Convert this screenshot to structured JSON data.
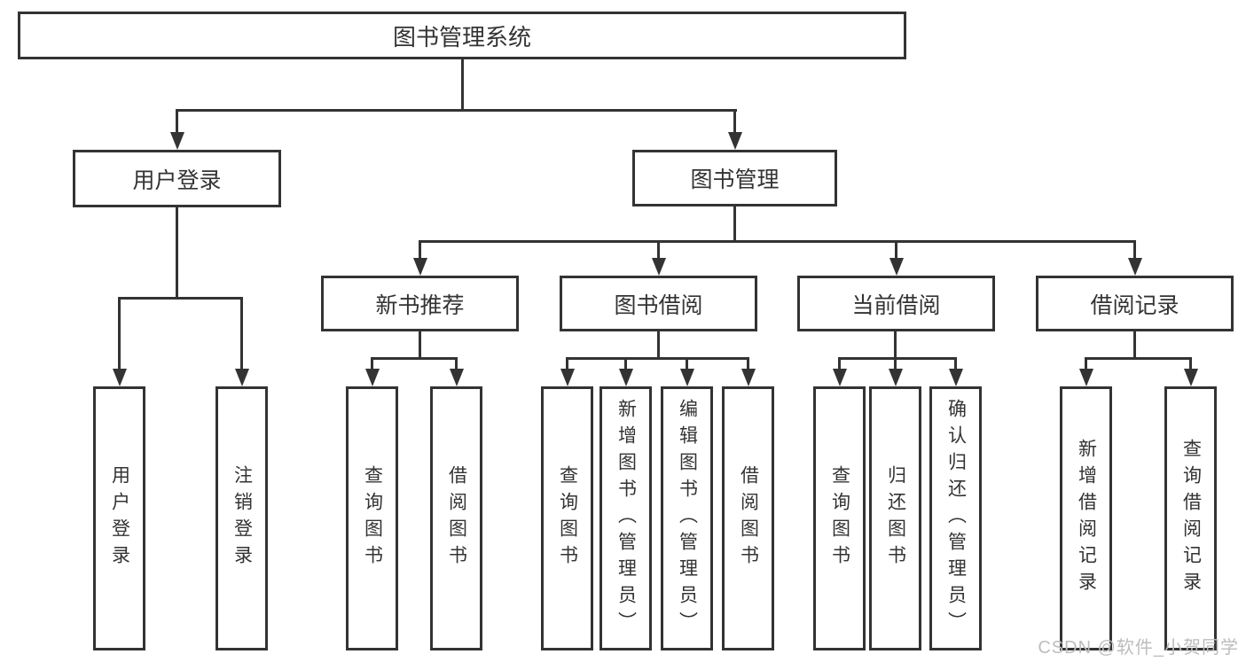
{
  "tree": {
    "root": {
      "label": "图书管理系统",
      "children": [
        {
          "label": "用户登录",
          "children": [
            {
              "label": "用户登录"
            },
            {
              "label": "注销登录"
            }
          ]
        },
        {
          "label": "图书管理",
          "children": [
            {
              "label": "新书推荐",
              "children": [
                {
                  "label": "查询图书"
                },
                {
                  "label": "借阅图书"
                }
              ]
            },
            {
              "label": "图书借阅",
              "children": [
                {
                  "label": "查询图书"
                },
                {
                  "label": "新增图书（管理员）"
                },
                {
                  "label": "编辑图书（管理员）"
                },
                {
                  "label": "借阅图书"
                }
              ]
            },
            {
              "label": "当前借阅",
              "children": [
                {
                  "label": "查询图书"
                },
                {
                  "label": "归还图书"
                },
                {
                  "label": "确认归还（管理员）"
                }
              ]
            },
            {
              "label": "借阅记录",
              "children": [
                {
                  "label": "新增借阅记录"
                },
                {
                  "label": "查询借阅记录"
                }
              ]
            }
          ]
        }
      ]
    }
  },
  "watermark": {
    "text": "CSDN @软件_小贺同学"
  },
  "colors": {
    "line": "#333333",
    "box_bg": "#ffffff",
    "watermark": "#bdbdbd"
  }
}
